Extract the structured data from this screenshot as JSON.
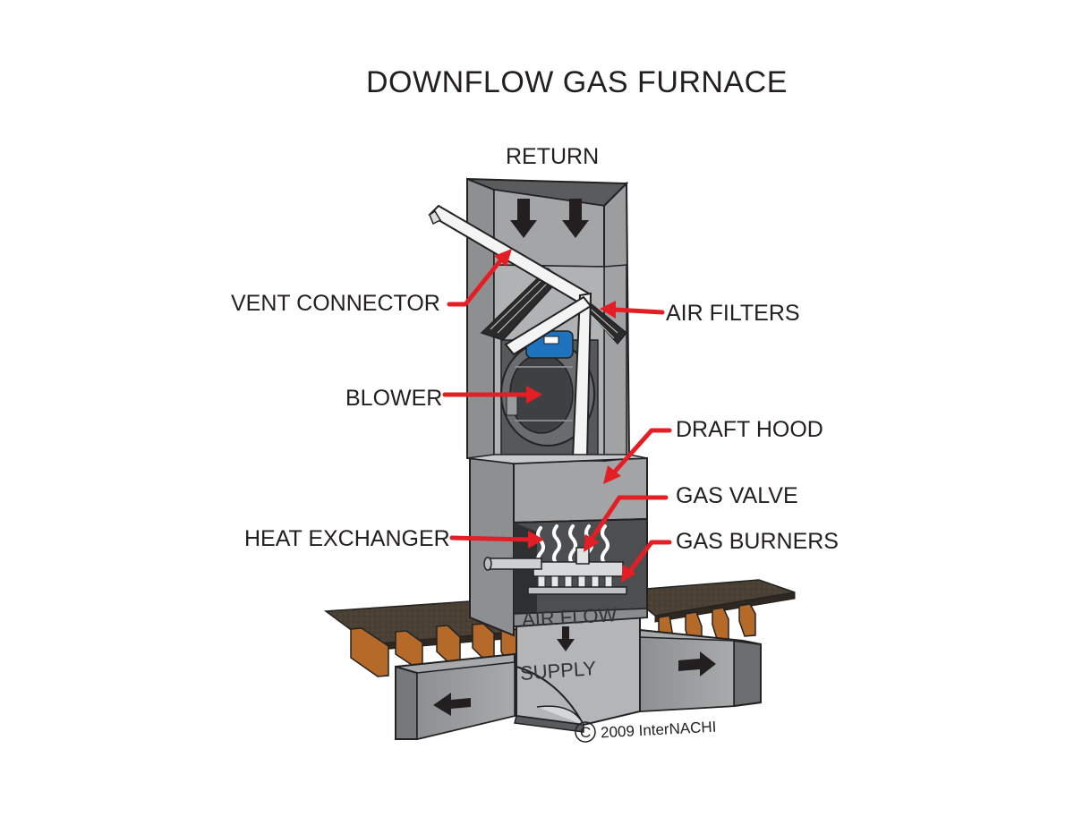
{
  "title": "DOWNFLOW GAS FURNACE",
  "labels": {
    "return": "RETURN",
    "vent_connector": "VENT CONNECTOR",
    "air_filters": "AIR FILTERS",
    "blower": "BLOWER",
    "draft_hood": "DRAFT HOOD",
    "gas_valve": "GAS VALVE",
    "heat_exchanger": "HEAT EXCHANGER",
    "gas_burners": "GAS BURNERS",
    "air_flow": "AIR FLOW",
    "supply": "SUPPLY"
  },
  "copyright": {
    "symbol": "C",
    "text": "2009  InterNACHI"
  },
  "colors": {
    "duct": "#9a9b9d",
    "duct_dark": "#6d6e70",
    "duct_light": "#c4c5c7",
    "inner": "#4a4b4d",
    "pipe": "#f2f2f2",
    "arrow_red": "#e31e24",
    "arrow_dark": "#231f20",
    "wood": "#b56a2a",
    "floor": "#4a4033",
    "blower": "#1e73be"
  }
}
